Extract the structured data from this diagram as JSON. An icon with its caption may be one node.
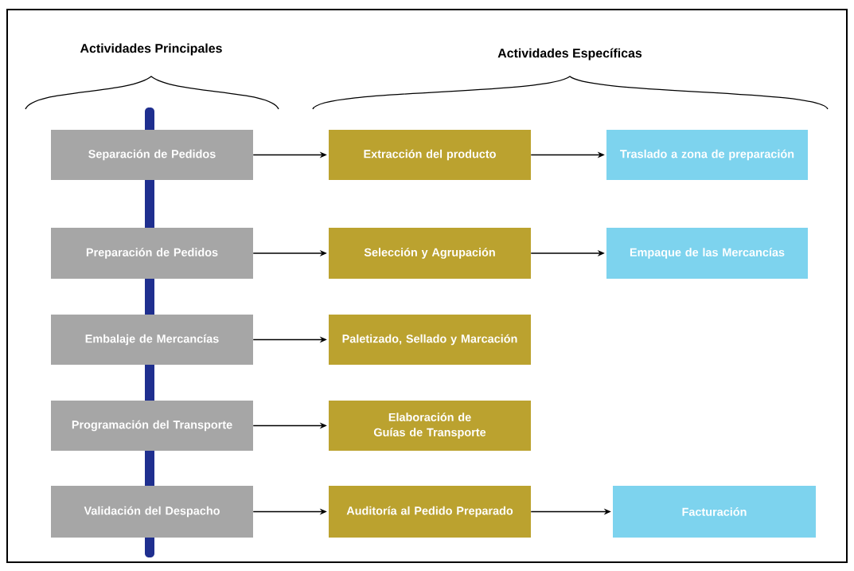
{
  "diagram": {
    "nodes": [
      {
        "text": [
          "Separación de Pedidos"
        ]
      },
      {
        "text": [
          "Extracción del producto"
        ]
      },
      {
        "text": [
          "Traslado a zona de preparación"
        ]
      },
      {
        "text": [
          "Preparación de Pedidos"
        ]
      },
      {
        "text": [
          "Selección y Agrupación"
        ]
      },
      {
        "text": [
          "Empaque de las Mercancías"
        ]
      },
      {
        "text": [
          "Embalaje de Mercancías"
        ]
      },
      {
        "text": [
          "Paletizado, Sellado y Marcación"
        ]
      },
      {
        "text": [
          "Programación del Transporte"
        ]
      },
      {
        "text": [
          "Elaboración de Guías de Transporte"
        ]
      },
      {
        "text": [
          "Validación del Despacho"
        ]
      },
      {
        "text": [
          "Auditoría al Pedido Preparado"
        ]
      },
      {
        "text": [
          "Facturación"
        ]
      }
    ],
    "edges": [
      {
        "from": 0,
        "to": 1,
        "arrow": "to"
      },
      {
        "from": 1,
        "to": 2,
        "arrow": "to"
      },
      {
        "from": 3,
        "to": 4,
        "arrow": "to"
      },
      {
        "from": 4,
        "to": 5,
        "arrow": "to"
      },
      {
        "from": 6,
        "to": 7,
        "arrow": "to"
      },
      {
        "from": 8,
        "to": 9,
        "arrow": "to"
      },
      {
        "from": 10,
        "to": 11,
        "arrow": "to"
      },
      {
        "from": 11,
        "to": 12,
        "arrow": "to"
      }
    ],
    "labels": [
      "Actividades Principales",
      "Actividades Específicas"
    ]
  }
}
